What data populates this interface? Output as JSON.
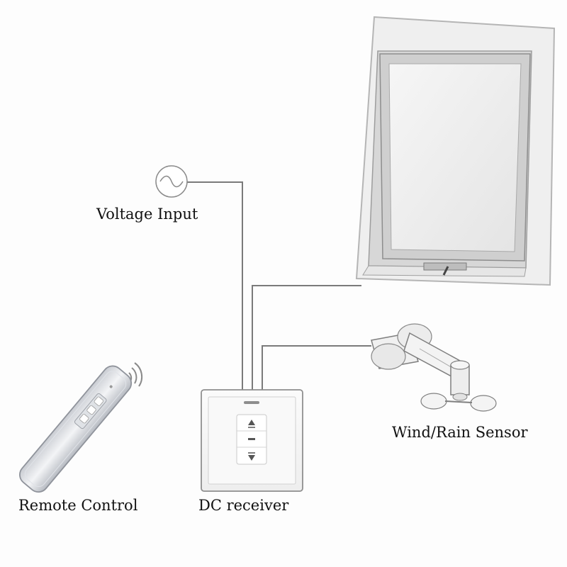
{
  "labels": {
    "voltage_input": "Voltage Input",
    "wind_rain_sensor": "Wind/Rain Sensor",
    "remote_control": "Remote Control",
    "dc_receiver": "DC receiver"
  },
  "icons": {
    "power_source": "ac-sine-icon",
    "signal": "wireless-signal-icon",
    "up": "up-arrow-icon",
    "stop": "stop-icon",
    "down": "down-arrow-icon"
  },
  "colors": {
    "wire": "#7a7a7a",
    "frame": "#dcdcdc",
    "glass": "#ededed",
    "label": "#111111"
  }
}
